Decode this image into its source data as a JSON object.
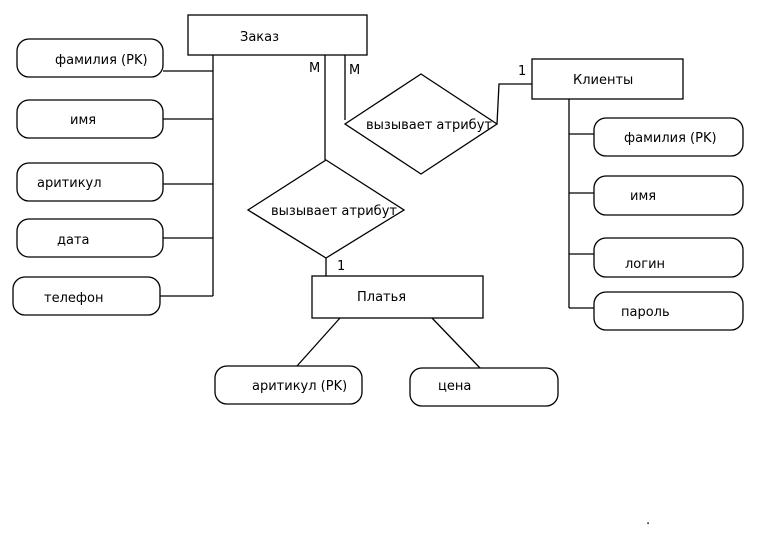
{
  "entities": {
    "order": "Заказ",
    "clients": "Клиенты",
    "dresses": "Платья"
  },
  "relationships": {
    "order_clients": "вызывает атрибут",
    "order_dresses": "вызывает атрибут"
  },
  "cardinality": {
    "order_side_left": "M",
    "order_side_right": "M",
    "clients_side": "1",
    "dresses_side": "1"
  },
  "order_attributes": [
    "фамилия  (PK)",
    "имя",
    "аритикул",
    "дата",
    "телефон"
  ],
  "clients_attributes": [
    "фамилия  (PK)",
    "имя",
    "логин",
    "пароль"
  ],
  "dresses_attributes": [
    "аритикул  (PK)",
    "цена"
  ],
  "footer_mark": "."
}
